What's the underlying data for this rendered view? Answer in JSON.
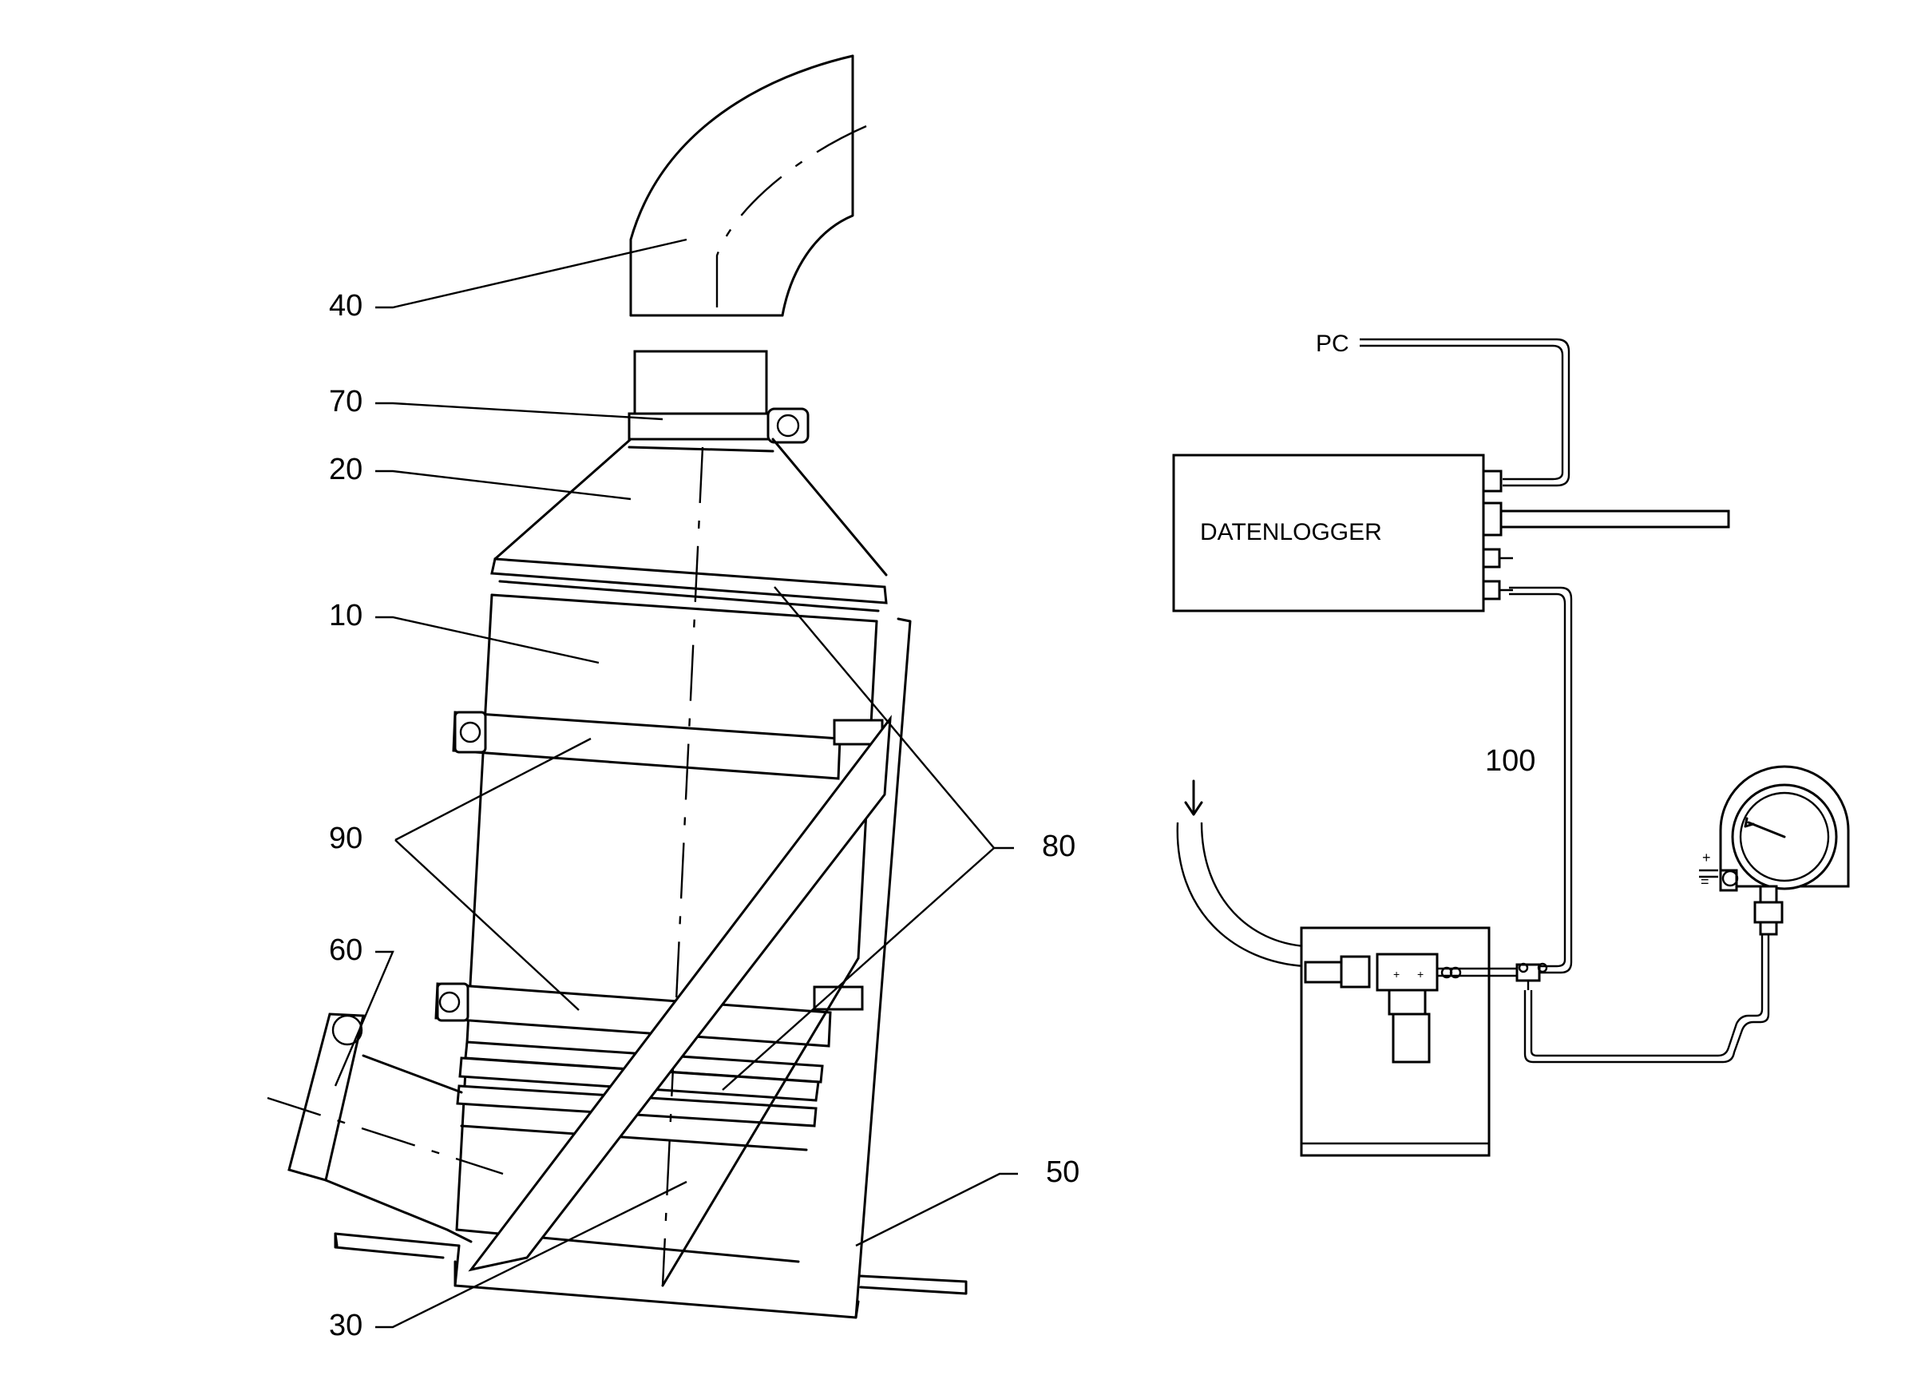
{
  "figure": {
    "left_labels": [
      "40",
      "70",
      "20",
      "10",
      "90",
      "60",
      "30"
    ],
    "right_labels": [
      "80",
      "50"
    ],
    "pc_label": "PC",
    "datalogger_label": "DATENLOGGER",
    "line_label": "100",
    "gauge_plus": "+",
    "gauge_minus": "="
  }
}
